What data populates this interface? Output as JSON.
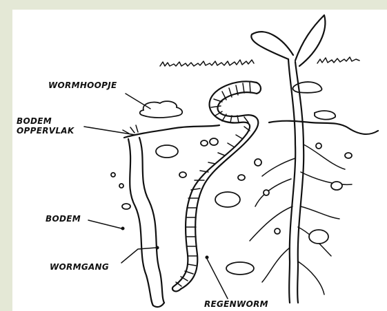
{
  "labels": {
    "wormhoopje": "WORMHOOPJE",
    "bodem_oppervlak_line1": "BODEM",
    "bodem_oppervlak_line2": "OPPERVLAK",
    "bodem": "BODEM",
    "wormgang": "WORMGANG",
    "regenworm": "REGENWORM"
  },
  "colors": {
    "background": "#e4e8d6",
    "panel": "#ffffff",
    "ink": "#111111"
  }
}
